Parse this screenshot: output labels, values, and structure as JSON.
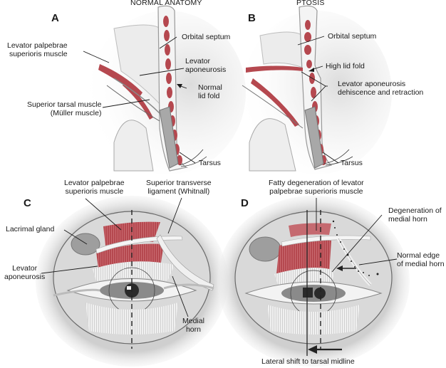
{
  "figure": {
    "panels": {
      "A": {
        "letter": "A",
        "title": "NORMAL ANATOMY",
        "labels": {
          "levator_muscle": "Levator palpebrae\nsuperioris muscle",
          "orbital_septum": "Orbital septum",
          "levator_aponeurosis": "Levator\naponeurosis",
          "normal_lid_fold": "Normal\nlid fold",
          "superior_tarsal": "Superior tarsal muscle\n(Müller muscle)",
          "tarsus": "Tarsus"
        }
      },
      "B": {
        "letter": "B",
        "title": "PTOSIS",
        "labels": {
          "orbital_septum": "Orbital septum",
          "high_lid_fold": "High lid fold",
          "dehiscence": "Levator aponeurosis\ndehiscence and retraction",
          "tarsus": "Tarsus"
        }
      },
      "C": {
        "letter": "C",
        "labels": {
          "levator_muscle": "Levator palpebrae\nsuperioris muscle",
          "whitnall": "Superior transverse\nligament (Whitnall)",
          "lacrimal_gland": "Lacrimal gland",
          "levator_aponeurosis": "Levator\naponeurosis",
          "medial_horn": "Medial\nhorn"
        }
      },
      "D": {
        "letter": "D",
        "labels": {
          "fatty_degeneration": "Fatty degeneration of levator\npalpebrae superioris muscle",
          "degeneration_medial_horn": "Degeneration of\nmedial horn",
          "normal_edge": "Normal edge\nof medial horn",
          "lateral_shift": "Lateral shift to tarsal midline"
        }
      }
    },
    "colors": {
      "muscle": "#b5484f",
      "muscle_light": "#d98a8e",
      "tissue": "#e6e6e6",
      "tissue_dark": "#9a9a9a",
      "line": "#1a1a1a"
    }
  }
}
